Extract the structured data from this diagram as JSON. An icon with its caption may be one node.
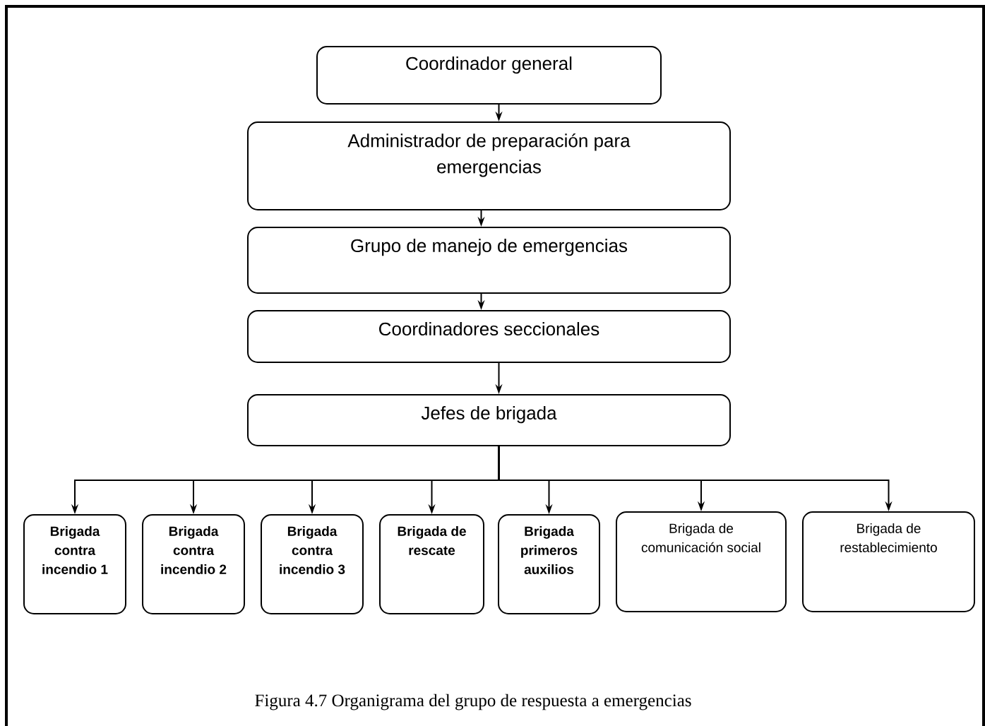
{
  "diagram": {
    "caption": "Figura 4.7  Organigrama del grupo de respuesta a emergencias",
    "nodes": [
      {
        "text": [
          "Coordinador general"
        ]
      },
      {
        "text": [
          "Administrador de preparación para emergencias"
        ]
      },
      {
        "text": [
          "Grupo de manejo de emergencias"
        ]
      },
      {
        "text": [
          "Coordinadores seccionales"
        ]
      },
      {
        "text": [
          "Jefes de brigada"
        ]
      },
      {
        "text": [
          "Brigada contra incendio 1"
        ]
      },
      {
        "text": [
          "Brigada contra incendio 2"
        ]
      },
      {
        "text": [
          "Brigada contra incendio 3"
        ]
      },
      {
        "text": [
          "Brigada de rescate"
        ]
      },
      {
        "text": [
          "Brigada primeros auxilios"
        ]
      },
      {
        "text": [
          "Brigada de comunicación social"
        ]
      },
      {
        "text": [
          "Brigada de restablecimiento"
        ]
      }
    ],
    "edges": [
      {
        "from": 0,
        "to": 1,
        "arrow": "to"
      },
      {
        "from": 1,
        "to": 2,
        "arrow": "to"
      },
      {
        "from": 2,
        "to": 3,
        "arrow": "to"
      },
      {
        "from": 3,
        "to": 4,
        "arrow": "to"
      },
      {
        "from": 4,
        "to": 5,
        "arrow": "to"
      },
      {
        "from": 4,
        "to": 6,
        "arrow": "to"
      },
      {
        "from": 4,
        "to": 7,
        "arrow": "to"
      },
      {
        "from": 4,
        "to": 8,
        "arrow": "to"
      },
      {
        "from": 4,
        "to": 9,
        "arrow": "to"
      },
      {
        "from": 4,
        "to": 10,
        "arrow": "to"
      },
      {
        "from": 4,
        "to": 11,
        "arrow": "to"
      }
    ]
  }
}
